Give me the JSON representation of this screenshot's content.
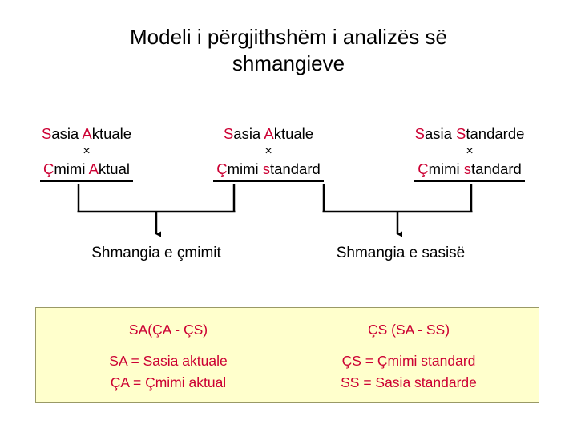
{
  "title": {
    "line1": "Modeli i përgjithshëm i analizës së",
    "line2": "shmangieve"
  },
  "formulas": [
    {
      "id": "actual-actual",
      "numerator_a": "S",
      "numerator_b": "asia ",
      "numerator_c": "A",
      "numerator_d": "ktuale",
      "operator": "×",
      "denominator_a": "Ç",
      "denominator_b": "mimi ",
      "denominator_c": "A",
      "denominator_d": "ktual",
      "numerator_full": "Sasia Aktuale",
      "denominator_full": "Çmimi Aktual"
    },
    {
      "id": "actual-standard",
      "numerator_a": "S",
      "numerator_b": "asia ",
      "numerator_c": "A",
      "numerator_d": "ktuale",
      "operator": "×",
      "denominator_a": "Ç",
      "denominator_b": "mimi ",
      "denominator_c": "s",
      "denominator_d": "tandard",
      "numerator_full": "Sasia Aktuale",
      "denominator_full": "Çmimi standard"
    },
    {
      "id": "standard-standard",
      "numerator_a": "S",
      "numerator_b": "asia ",
      "numerator_c": "S",
      "numerator_d": "tandarde",
      "operator": "×",
      "denominator_a": "Ç",
      "denominator_b": "mimi ",
      "denominator_c": "s",
      "denominator_d": "tandard",
      "numerator_full": "Sasia Standarde",
      "denominator_full": "Çmimi standard"
    }
  ],
  "results": {
    "price_variance": "Shmangia e çmimit",
    "quantity_variance": "Shmangia e sasisë"
  },
  "legend": {
    "formula_left": "SA(ÇA - ÇS)",
    "formula_right": "ÇS (SA - SS)",
    "left_rows": [
      "SA = Sasia aktuale",
      "ÇA = Çmimi aktual"
    ],
    "right_rows": [
      "ÇS = Çmimi standard",
      "SS = Sasia standarde"
    ]
  },
  "colors": {
    "accent_red": "#cc0033",
    "legend_background": "#ffffcc",
    "legend_border": "#999966",
    "text": "#000000"
  }
}
